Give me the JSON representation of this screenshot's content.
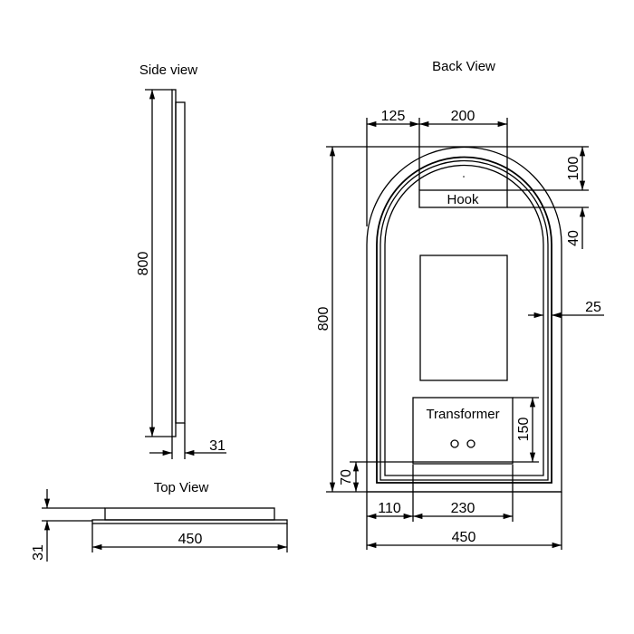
{
  "titles": {
    "side_view": "Side view",
    "back_view": "Back View",
    "top_view": "Top View"
  },
  "side_view": {
    "height": "800",
    "depth": "31"
  },
  "top_view": {
    "width": "450",
    "depth": "31"
  },
  "back_view": {
    "hook_label": "Hook",
    "transformer_label": "Transformer",
    "dims": {
      "hook_offset_left": "125",
      "hook_width": "200",
      "hook_from_top": "100",
      "hook_gap_below": "40",
      "height": "800",
      "frame_inset": "25",
      "transformer_height": "150",
      "transformer_from_bottom": "70",
      "transformer_offset_left": "110",
      "transformer_width": "230",
      "width": "450"
    }
  },
  "colors": {
    "line": "#000000",
    "background": "#ffffff"
  }
}
